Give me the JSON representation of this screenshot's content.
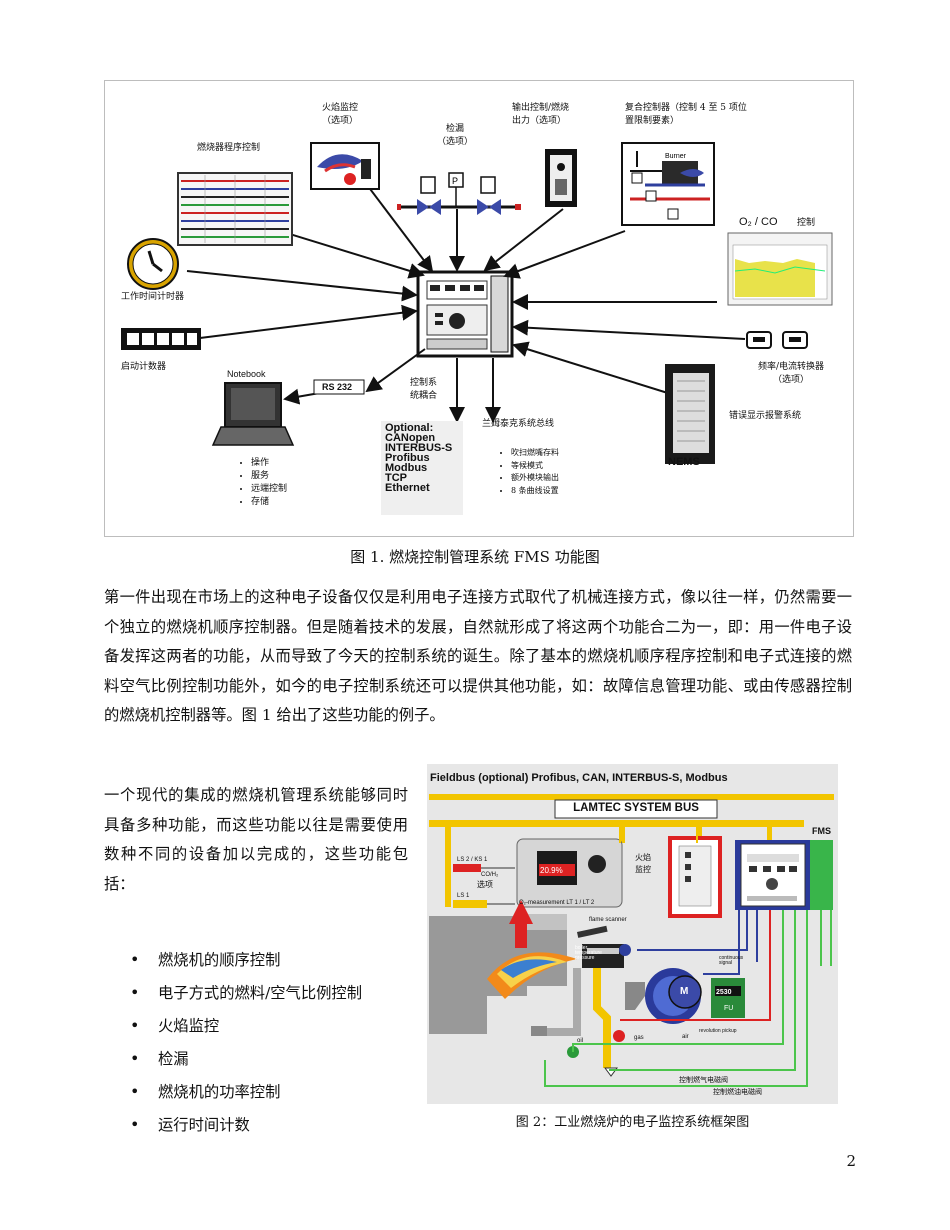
{
  "figure1": {
    "labels": {
      "flame_monitor": "火焰监控",
      "flame_monitor_opt": "（选项）",
      "leak_detect": "检漏",
      "leak_detect_opt": "（选项）",
      "output_control": "输出控制/燃烧",
      "output_control_2": "出力（选项）",
      "compound_control": "复合控制器（控制 4 至 5 项位",
      "compound_control_2": "置限制要素）",
      "burner_program": "燃烧器程序控制",
      "o2co": "O₂ / CO",
      "o2co_ctrl": "控制",
      "runtime_counter": "工作时间计时器",
      "start_counter": "启动计数器",
      "freq_converter": "频率/电流转换器",
      "freq_converter_opt": "（选项）",
      "notebook": "Notebook",
      "rs232": "RS 232",
      "coupling_1": "控制系",
      "coupling_2": "统耦合",
      "lamtec_bus": "兰姆泰克系统总线",
      "error_display": "错误显示报警系统",
      "nems": "NEMS",
      "burner_label": "Burner"
    },
    "optional_lines": [
      "Optional:",
      "CANopen",
      "INTERBUS-S",
      "Profibus",
      "Modbus",
      "TCP",
      "Ethernet"
    ],
    "notebook_bullets": [
      "操作",
      "服务",
      "远端控制",
      "存储"
    ],
    "bus_bullets": [
      "吹扫燃嘴存料",
      "等候模式",
      "额外模块输出",
      "8 条曲线设置"
    ],
    "caption": "图 1. 燃烧控制管理系统 FMS 功能图"
  },
  "paragraph1": "第一件出现在市场上的这种电子设备仅仅是利用电子连接方式取代了机械连接方式，像以往一样，仍然需要一个独立的燃烧机顺序控制器。但是随着技术的发展，自然就形成了将这两个功能合二为一，即：用一件电子设备发挥这两者的功能，从而导致了今天的控制系统的诞生。除了基本的燃烧机顺序程序控制和电子式连接的燃料空气比例控制功能外，如今的电子控制系统还可以提供其他功能，如：故障信息管理功能、或由传感器控制的燃烧机控制器等。图 1 给出了这些功能的例子。",
  "paragraph2": "一个现代的集成的燃烧机管理系统能够同时具备多种功能，而这些功能以往是需要使用数种不同的设备加以完成的，这些功能包括：",
  "functions": [
    "燃烧机的顺序控制",
    "电子方式的燃料/空气比例控制",
    "火焰监控",
    "检漏",
    "燃烧机的功率控制",
    "运行时间计数"
  ],
  "figure2": {
    "fieldbus": "Fieldbus (optional)  Profibus, CAN, INTERBUS-S, Modbus",
    "system_bus": "LAMTEC  SYSTEM  BUS",
    "fms": "FMS",
    "ls2ks1": "LS 2 / KS 1",
    "co_h2": "CO/H₂",
    "option": "选项",
    "ls1": "LS 1",
    "o2_measure": "O₂-measurement LT 1 / LT 2",
    "display_value": "20.9%",
    "flame_mon_1": "火焰",
    "flame_mon_2": "监控",
    "flame_scanner": "flame scanner",
    "boiler_temp_1": "boiler",
    "boiler_temp_2": "temperature",
    "boiler_temp_3": "pressure",
    "continuous_1": "continuous",
    "continuous_2": "signal",
    "fu_value": "2530",
    "fu": "FU",
    "motor": "M",
    "revolution": "revolution pickup",
    "gas": "gas",
    "air": "air",
    "oil": "oil",
    "gas_valve": "控制燃气电磁阀",
    "oil_valve": "控制燃油电磁阀",
    "caption": "图 2：工业燃烧炉的电子监控系统框架图"
  },
  "page_number": "2",
  "colors": {
    "bus_yellow": "#f2c500",
    "fms_green": "#39b54a",
    "fms_blue": "#2a3a9b",
    "red_line": "#e0201b",
    "blue_line": "#2e3f9e",
    "green_line": "#4cc54c",
    "bg_gray": "#e7e7e7"
  }
}
